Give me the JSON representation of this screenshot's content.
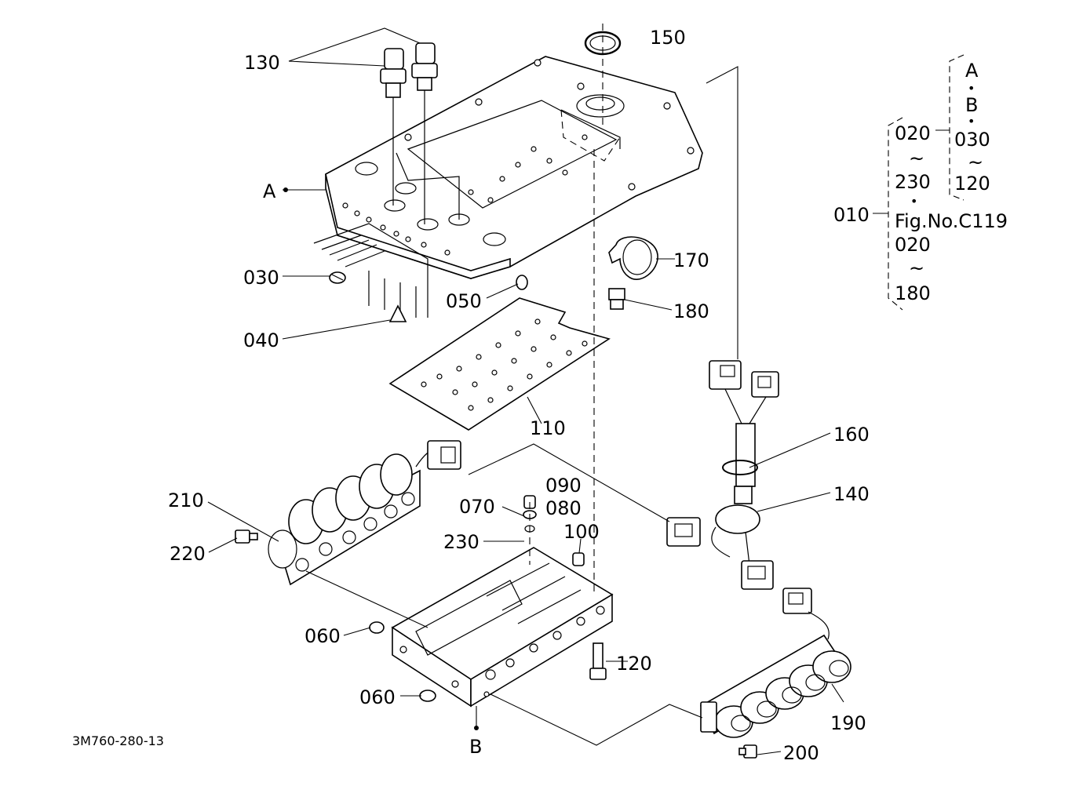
{
  "drawing_code": "3M760-280-13",
  "callouts": {
    "p010": "010",
    "p030": "030",
    "p040": "040",
    "p050": "050",
    "p060a": "060",
    "p060b": "060",
    "p070": "070",
    "p080": "080",
    "p090": "090",
    "p100": "100",
    "p110": "110",
    "p120": "120",
    "p130": "130",
    "p140": "140",
    "p150": "150",
    "p160": "160",
    "p170": "170",
    "p180": "180",
    "p190": "190",
    "p200": "200",
    "p210": "210",
    "p220": "220",
    "p230": "230",
    "refA": "A",
    "refB": "B"
  },
  "kit_legend": {
    "outer_from": "020",
    "outer_to": "230",
    "inner_a": "A",
    "inner_b": "B",
    "inner_from": "030",
    "inner_to": "120",
    "figure_ref": "Fig.No.C119",
    "fig_from": "020",
    "fig_to": "180",
    "approx": "~",
    "dot": "•"
  }
}
